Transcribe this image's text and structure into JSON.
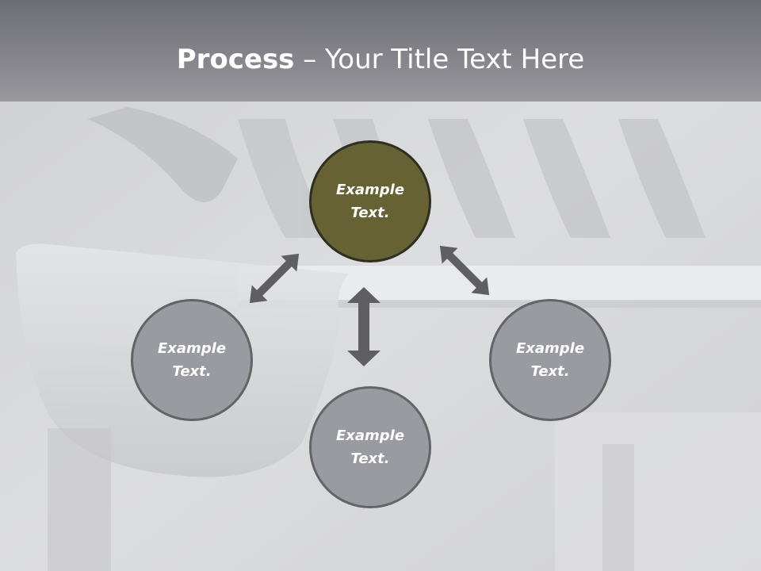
{
  "slide": {
    "title_bold": "Process",
    "title_rest": " – Your Title Text Here"
  },
  "nodes": [
    {
      "id": "center",
      "label": "Example Text.",
      "color": "#676233"
    },
    {
      "id": "left",
      "label": "Example Text.",
      "color": "#9a9aa1"
    },
    {
      "id": "bottom",
      "label": "Example Text.",
      "color": "#9a9aa1"
    },
    {
      "id": "right",
      "label": "Example Text.",
      "color": "#9a9aa1"
    }
  ],
  "colors": {
    "title_bar": "#7b7b81",
    "arrow": "#5f5f63",
    "background": "#d6d7d9"
  }
}
